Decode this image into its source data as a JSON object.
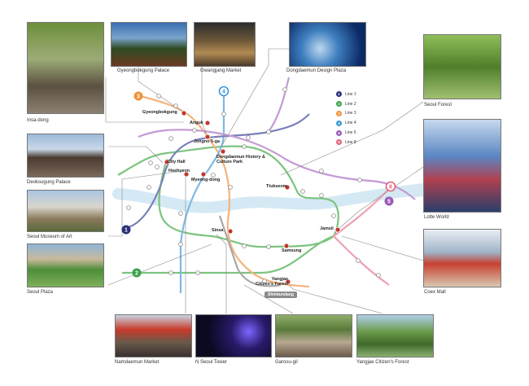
{
  "photos": [
    {
      "caption": "Insa-dong",
      "bg": "linear-gradient(180deg,#6d8f3a 0%,#9cab77 40%,#5b5140 70%,#8c8170 100%)"
    },
    {
      "caption": "Gyeongbokgung Palace",
      "bg": "linear-gradient(180deg,#3a6fb0 0%,#7aa3cc 35%,#2e4b22 60%,#6a3a22 100%)"
    },
    {
      "caption": "Gwangjang Market",
      "bg": "linear-gradient(180deg,#2c2c2c 0%,#6a5638 40%,#b18a52 70%,#4a3a2a 100%)"
    },
    {
      "caption": "Dongdaemun Design Plaza",
      "bg": "radial-gradient(circle at 40% 60%,#bcd8f0 0%,#3f7fc0 35%,#0b2a66 80%)"
    },
    {
      "caption": "Seoul Forest",
      "bg": "linear-gradient(180deg,#8fbf5a 0%,#4f7f2a 50%,#a0c070 100%)"
    },
    {
      "caption": "Deoksugung Palace",
      "bg": "linear-gradient(180deg,#9db9d9 0%,#c9d8e8 35%,#4a3a30 55%,#7a6a5a 100%)"
    },
    {
      "caption": "Lotte World",
      "bg": "linear-gradient(180deg,#c7d9ef 0%,#5a86c2 40%,#b04050 65%,#2a3f6a 100%)"
    },
    {
      "caption": "Seoul Museum of Art",
      "bg": "linear-gradient(180deg,#aac4e2 0%,#d8d6cc 40%,#8a7a5a 70%,#5a6a3a 100%)"
    },
    {
      "caption": "Coex Mall",
      "bg": "linear-gradient(180deg,#e8eef4 0%,#9fb3c8 40%,#c84030 60%,#d8c8b0 100%)"
    },
    {
      "caption": "Seoul Plaza",
      "bg": "linear-gradient(180deg,#8fb5d8 0%,#c9b99a 35%,#4d8d3a 60%,#7fb05a 100%)"
    },
    {
      "caption": "Namdaemun Market",
      "bg": "linear-gradient(180deg,#c8d4e0 0%,#c83a2a 35%,#6a5a4a 65%,#3a3030 100%)"
    },
    {
      "caption": "N Seoul Tower",
      "bg": "radial-gradient(circle at 70% 40%,#7a66ff 0%,#2a1a6a 30%,#0a0a20 70%)"
    },
    {
      "caption": "Garosu-gil",
      "bg": "linear-gradient(180deg,#8fae6a 0%,#5a7a3a 35%,#b8a890 65%,#6a5a4a 100%)"
    },
    {
      "caption": "Yangjae Citizen's Forest",
      "bg": "linear-gradient(180deg,#b0cfe8 0%,#6a9a4a 40%,#3f6a2a 70%,#8ab070 100%)"
    }
  ],
  "stations": {
    "gyeongbokgung": "Gyeongbokgung",
    "anguk": "Anguk",
    "jongno": "Jongno 5-ga",
    "dongdaemun": "Dongdaemun History & Culture Park",
    "cityhall": "City Hall",
    "hoehyeon": "Hoehyeon",
    "myeongdong": "Myeong-dong",
    "ttukseom": "Ttukseom",
    "sinsa": "Sinsa",
    "jamsil": "Jamsil",
    "samseong": "Samsung",
    "yangjae": "Yangjae Citizen's Forest"
  },
  "shinbundang": "Shinbundang",
  "legend": [
    {
      "num": "1",
      "label": "Line 1",
      "color": "#2a2f7a"
    },
    {
      "num": "2",
      "label": "Line 2",
      "color": "#3aa14a"
    },
    {
      "num": "3",
      "label": "Line 3",
      "color": "#f0923a"
    },
    {
      "num": "4",
      "label": "Line 4",
      "color": "#3a9ad9"
    },
    {
      "num": "5",
      "label": "Line 5",
      "color": "#9b59b6"
    },
    {
      "num": "8",
      "label": "Line 8",
      "color": "#e0607a"
    }
  ],
  "line_badges": {
    "l1": "1",
    "l2": "2",
    "l3": "3",
    "l4": "4",
    "l5": "5",
    "l8": "8"
  },
  "colors": {
    "river": "#d4e9f4",
    "line1": "#2a2f7a",
    "line2": "#4caf50",
    "line3": "#f0a15a",
    "line4": "#5aa9e0",
    "line5": "#a870c0",
    "line8": "#e0607a",
    "poi": "#c0392b"
  }
}
